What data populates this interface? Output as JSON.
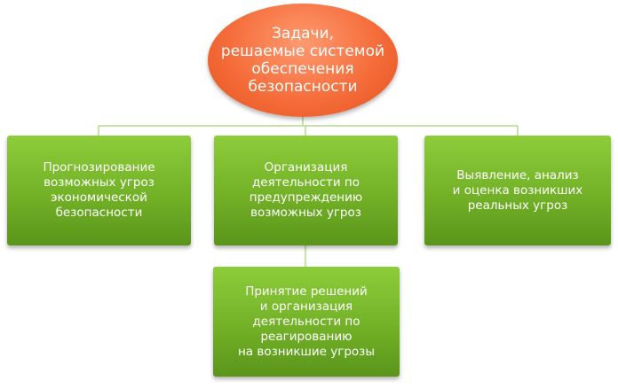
{
  "root": {
    "lines": [
      "Задачи,",
      "решаемые системой",
      "обеспечения",
      "безопасности"
    ],
    "color": "#f56d3b"
  },
  "nodes": {
    "left": {
      "lines": [
        "Прогнозирование",
        "возможных угроз",
        "экономической",
        "безопасности"
      ]
    },
    "center": {
      "lines": [
        "Организация",
        "деятельности по",
        "предупреждению",
        "возможных угроз"
      ]
    },
    "right": {
      "lines": [
        "Выявление, анализ",
        "и оценка возникших",
        "реальных угроз"
      ]
    },
    "bottom": {
      "lines": [
        "Принятие решений",
        "и организация",
        "деятельности по",
        "реагированию",
        "на возникшие угрозы"
      ]
    }
  },
  "colors": {
    "node_fill": "#72b127",
    "connector": "#b7d98a",
    "text": "#ffffff"
  }
}
